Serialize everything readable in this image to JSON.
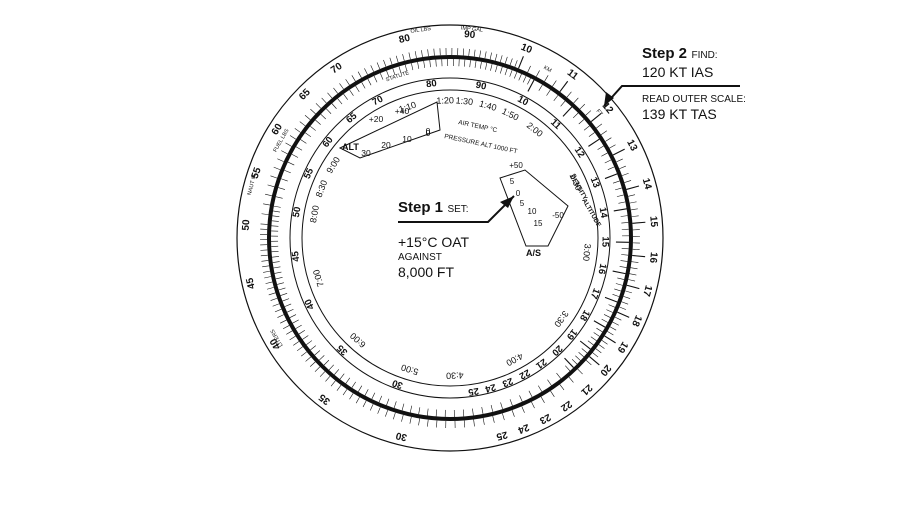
{
  "step1": {
    "title": "Step 1",
    "action": "SET:",
    "oat": "+15°C OAT",
    "against": "AGAINST",
    "altitude": "8,000 FT"
  },
  "step2": {
    "title": "Step 2",
    "action": "FIND:",
    "ias": "120 KT IAS",
    "read": "READ OUTER SCALE:",
    "tas": "139 KT TAS"
  },
  "outer_scale": {
    "labels": [
      "10",
      "11",
      "12",
      "13",
      "14",
      "15",
      "16",
      "17",
      "18",
      "19",
      "20",
      "21",
      "22",
      "23",
      "24",
      "25",
      "30",
      "35",
      "40",
      "45",
      "50",
      "55",
      "60",
      "65",
      "70",
      "80",
      "90"
    ]
  },
  "inner_scale": {
    "labels": [
      "10",
      "11",
      "12",
      "13",
      "14",
      "15",
      "16",
      "17",
      "18",
      "19",
      "20",
      "21",
      "22",
      "23",
      "24",
      "25",
      "30",
      "35",
      "40",
      "45",
      "50",
      "55",
      "60",
      "65",
      "70",
      "80",
      "90"
    ]
  },
  "time_scale": {
    "labels": [
      "1:10",
      "1:20",
      "1:30",
      "1:40",
      "1:50",
      "2:00",
      "2:30",
      "3:00",
      "3:30",
      "4:00",
      "4:30",
      "5:00",
      "6:00",
      "7:00",
      "8:00",
      "8:30",
      "9:00"
    ]
  },
  "small_labels": {
    "oil_lbs": "OIL LBS",
    "imp_gal": "IMP GAL",
    "statute": "STATUTE",
    "fuel_lbs": "FUEL LBS",
    "naut_m": "NAUT M",
    "km": "KM",
    "ft": "FT",
    "liters": "LITERS",
    "air_temp": "AIR TEMP °C",
    "pressure_alt": "PRESSURE ALT 1000 FT",
    "alt": "ALT",
    "as": "A/S",
    "density": "DENSITY",
    "altitude": "ALTITUDE"
  },
  "temp_window": {
    "labels": [
      "30",
      "20",
      "10",
      "0",
      "+20",
      "+40",
      "0"
    ]
  },
  "as_window": {
    "labels": [
      "+50",
      "5",
      "0",
      "5",
      "10",
      "15",
      "-50"
    ]
  }
}
